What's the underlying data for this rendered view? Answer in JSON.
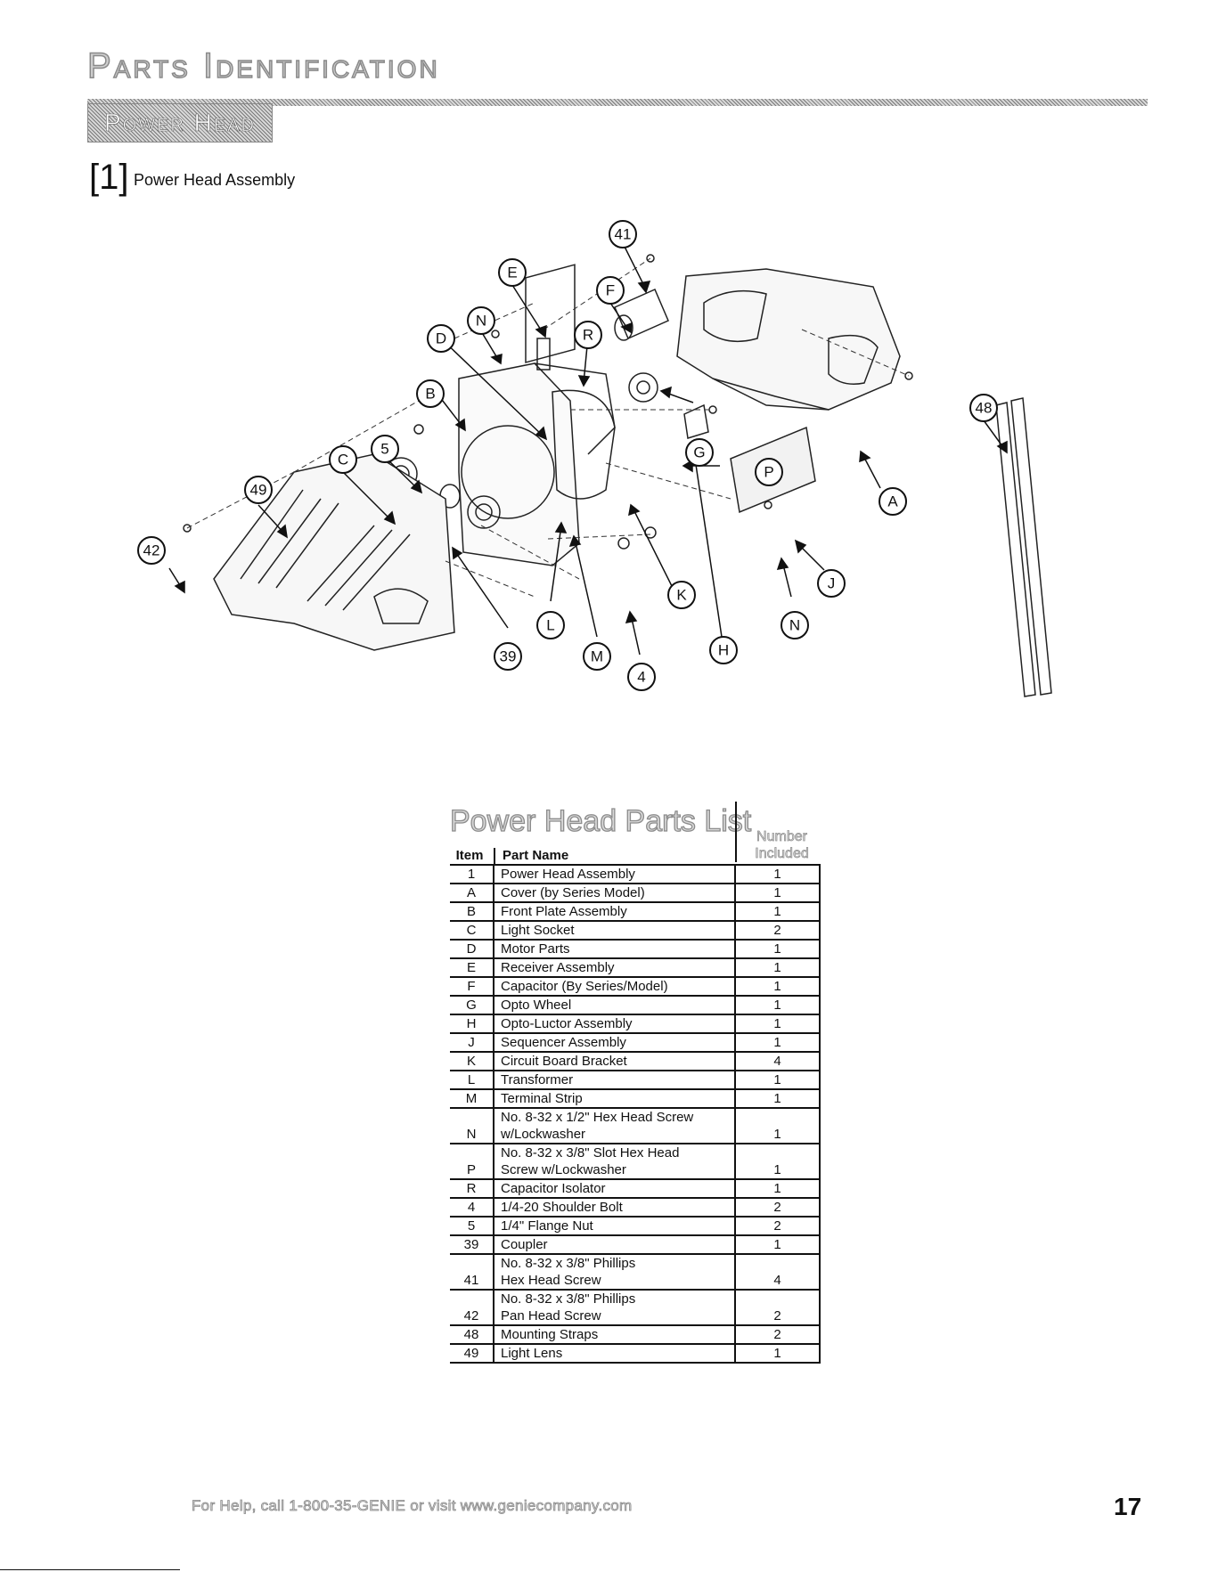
{
  "header": {
    "section_title": "Parts Identification",
    "subsection_title": "Power Head"
  },
  "figure": {
    "item_number": "[1]",
    "item_label": "Power Head Assembly",
    "callouts": [
      "41",
      "E",
      "F",
      "D",
      "N",
      "R",
      "B",
      "C",
      "5",
      "G",
      "P",
      "48",
      "49",
      "A",
      "42",
      "K",
      "J",
      "L",
      "N",
      "39",
      "M",
      "4",
      "H"
    ]
  },
  "parts_list": {
    "title": "Power Head Parts List",
    "col_item": "Item",
    "col_part_name": "Part Name",
    "col_number_included": [
      "Number",
      "Included"
    ],
    "rows": [
      {
        "item": "1",
        "name": [
          "Power Head Assembly"
        ],
        "qty": "1"
      },
      {
        "item": "A",
        "name": [
          "Cover (by Series Model)"
        ],
        "qty": "1"
      },
      {
        "item": "B",
        "name": [
          "Front Plate Assembly"
        ],
        "qty": "1"
      },
      {
        "item": "C",
        "name": [
          "Light Socket"
        ],
        "qty": "2"
      },
      {
        "item": "D",
        "name": [
          "Motor Parts"
        ],
        "qty": "1"
      },
      {
        "item": "E",
        "name": [
          "Receiver Assembly"
        ],
        "qty": "1"
      },
      {
        "item": "F",
        "name": [
          "Capacitor (By Series/Model)"
        ],
        "qty": "1"
      },
      {
        "item": "G",
        "name": [
          "Opto Wheel"
        ],
        "qty": "1"
      },
      {
        "item": "H",
        "name": [
          "Opto-Luctor Assembly"
        ],
        "qty": "1"
      },
      {
        "item": "J",
        "name": [
          "Sequencer Assembly"
        ],
        "qty": "1"
      },
      {
        "item": "K",
        "name": [
          "Circuit Board Bracket"
        ],
        "qty": "4"
      },
      {
        "item": "L",
        "name": [
          "Transformer"
        ],
        "qty": "1"
      },
      {
        "item": "M",
        "name": [
          "Terminal Strip"
        ],
        "qty": "1"
      },
      {
        "item": "N",
        "name": [
          "No. 8-32 x 1/2\" Hex Head Screw",
          "w/Lockwasher"
        ],
        "qty": "1"
      },
      {
        "item": "P",
        "name": [
          "No. 8-32 x 3/8\" Slot Hex Head",
          "Screw w/Lockwasher"
        ],
        "qty": "1"
      },
      {
        "item": "R",
        "name": [
          "Capacitor Isolator"
        ],
        "qty": "1"
      },
      {
        "item": "4",
        "name": [
          "1/4-20 Shoulder Bolt"
        ],
        "qty": "2"
      },
      {
        "item": "5",
        "name": [
          "1/4\" Flange Nut"
        ],
        "qty": "2"
      },
      {
        "item": "39",
        "name": [
          "Coupler"
        ],
        "qty": "1"
      },
      {
        "item": "41",
        "name": [
          "No. 8-32 x 3/8\" Phillips",
          "Hex Head Screw"
        ],
        "qty": "4"
      },
      {
        "item": "42",
        "name": [
          "No. 8-32 x 3/8\" Phillips",
          "Pan Head Screw"
        ],
        "qty": "2"
      },
      {
        "item": "48",
        "name": [
          "Mounting Straps"
        ],
        "qty": "2"
      },
      {
        "item": "49",
        "name": [
          "Light Lens"
        ],
        "qty": "1"
      }
    ]
  },
  "footer": {
    "help_text": "For Help, call 1-800-35-GENIE or visit www.geniecompany.com",
    "page_number": "17"
  }
}
